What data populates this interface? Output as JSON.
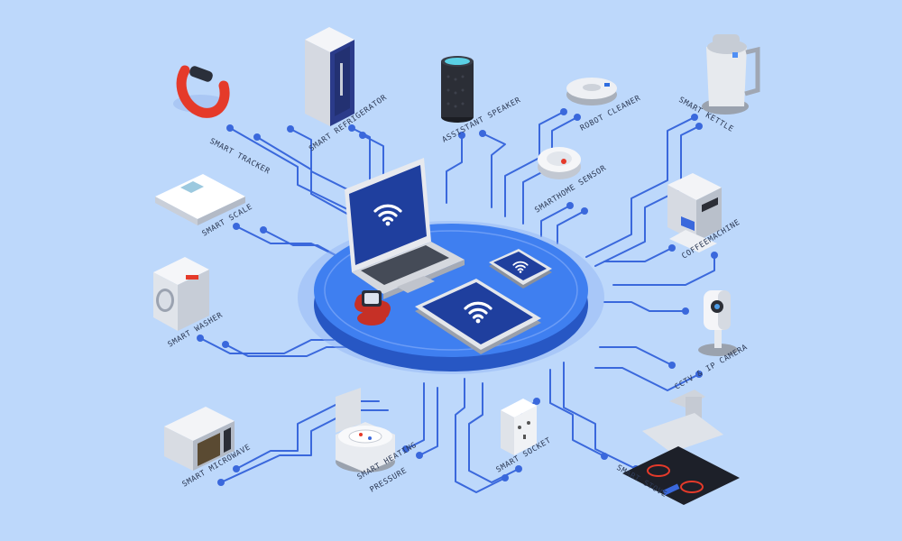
{
  "colors": {
    "background": "#bdd8fb",
    "circuit": "#3a68dc",
    "hub_top": "#3f7ff0",
    "hub_side": "#2757c4",
    "wifi_screen": "#1f3f9e",
    "accent_red": "#e53a2a"
  },
  "hub": {
    "devices": [
      {
        "name": "laptop",
        "icon": "wifi-icon"
      },
      {
        "name": "tablet",
        "icon": "wifi-icon"
      },
      {
        "name": "smartphone",
        "icon": "wifi-icon"
      },
      {
        "name": "smartwatch",
        "icon": "watch-icon"
      }
    ]
  },
  "devices": {
    "smart_tracker": "SMART TRACKER",
    "smart_refrigerator": "SMART REFRIGERATOR",
    "assistant_speaker": "ASSISTANT SPEAKER",
    "robot_cleaner": "ROBOT CLEANER",
    "smart_kettle": "SMART KETTLE",
    "smart_scale": "SMART SCALE",
    "smarthome_sensor": "SMARTHOME SENSOR",
    "coffeemachine": "COFFEEMACHINE",
    "smart_washer": "SMART WASHER",
    "cctv_ip_camera": "CCTV & IP CAMERA",
    "smart_microwave": "SMART MICROWAVE",
    "smart_heating_pressure_1": "SMART HEATING",
    "smart_heating_pressure_2": "PRESSURE",
    "smart_socket": "SMART SOCKET",
    "smart_stove": "SMART STOVE"
  }
}
